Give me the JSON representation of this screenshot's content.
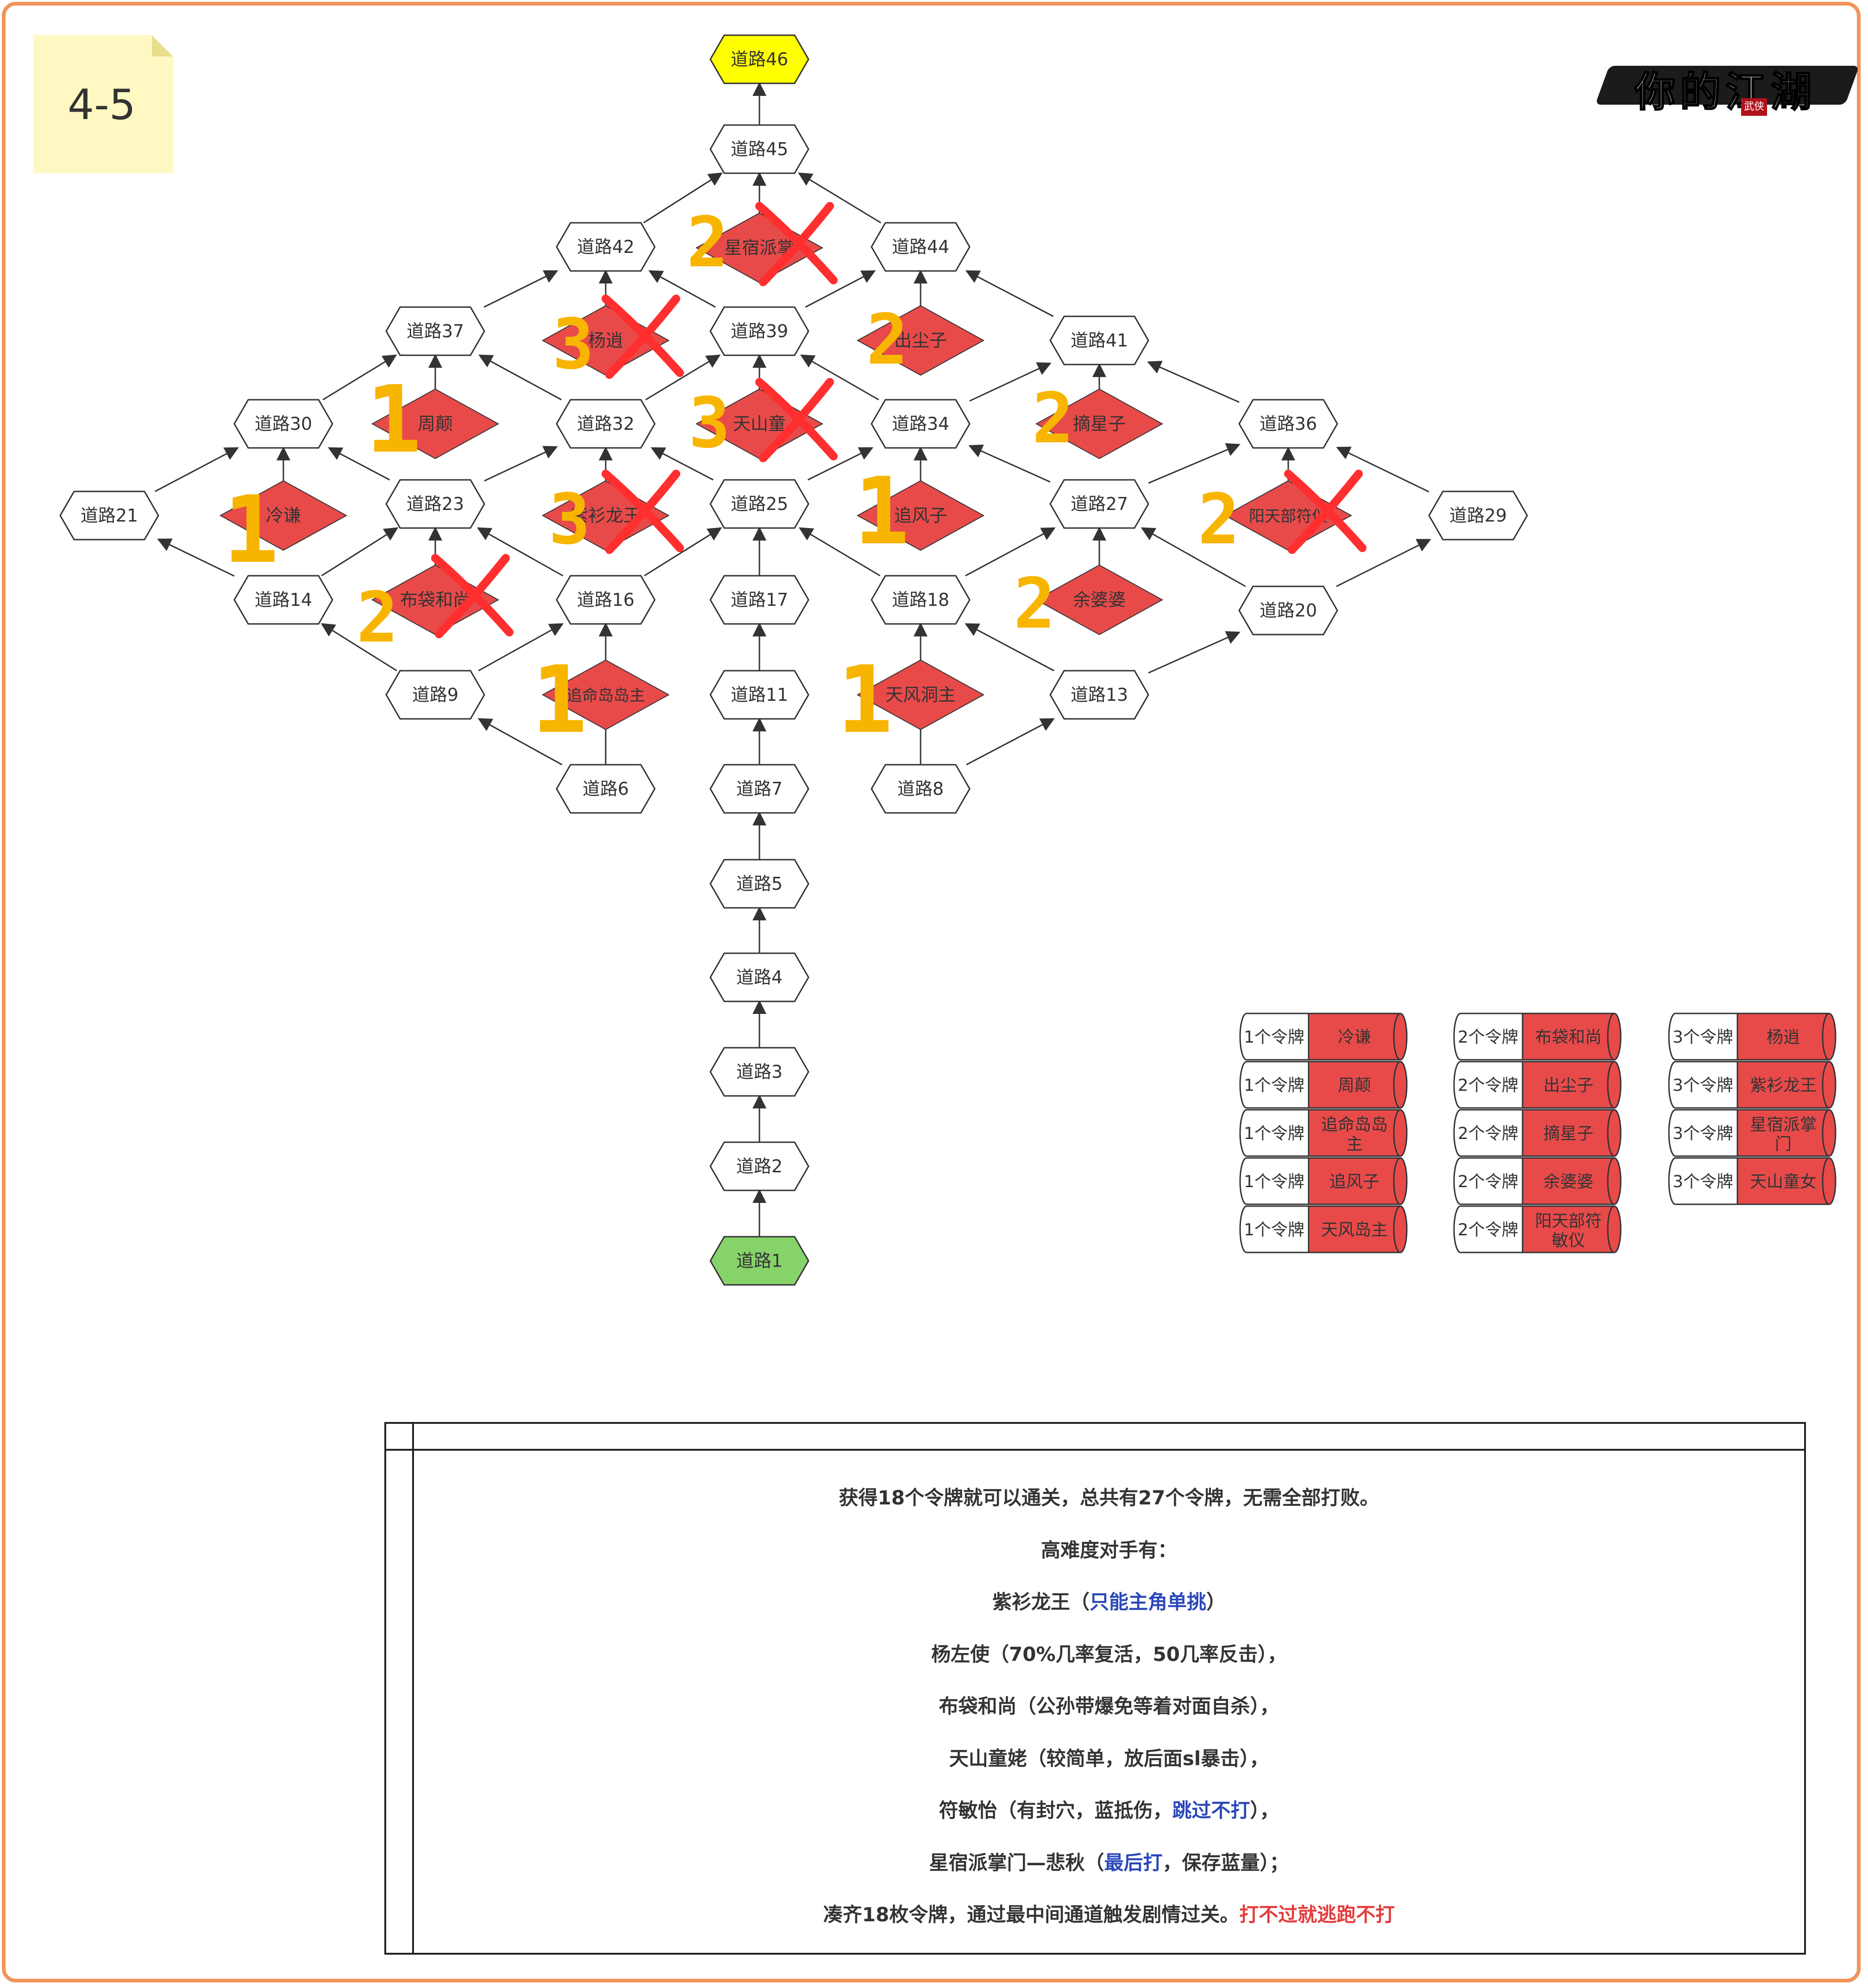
{
  "sticky_note": {
    "label": "4-5"
  },
  "logo": {
    "text": "你的江湖",
    "seal": "武侠"
  },
  "colors": {
    "start_node": "#86d36a",
    "end_node": "#ffff00",
    "road_node": "#ffffff",
    "boss_node": "#e84a4a",
    "annotation": "#f7b500",
    "cross_mark": "#ff2f2f",
    "frame": "#f0955a",
    "highlight_blue": "#2a47b8",
    "highlight_red": "#e53b3b"
  },
  "diagram": {
    "nodes": [
      {
        "id": "r46",
        "label": "道路46",
        "kind": "end"
      },
      {
        "id": "r45",
        "label": "道路45",
        "kind": "road"
      },
      {
        "id": "r42",
        "label": "道路42",
        "kind": "road"
      },
      {
        "id": "r44",
        "label": "道路44",
        "kind": "road"
      },
      {
        "id": "r37",
        "label": "道路37",
        "kind": "road"
      },
      {
        "id": "r39",
        "label": "道路39",
        "kind": "road"
      },
      {
        "id": "r41",
        "label": "道路41",
        "kind": "road"
      },
      {
        "id": "r30",
        "label": "道路30",
        "kind": "road"
      },
      {
        "id": "r32",
        "label": "道路32",
        "kind": "road"
      },
      {
        "id": "r34",
        "label": "道路34",
        "kind": "road"
      },
      {
        "id": "r36",
        "label": "道路36",
        "kind": "road"
      },
      {
        "id": "r21",
        "label": "道路21",
        "kind": "road"
      },
      {
        "id": "r23",
        "label": "道路23",
        "kind": "road"
      },
      {
        "id": "r25",
        "label": "道路25",
        "kind": "road"
      },
      {
        "id": "r27",
        "label": "道路27",
        "kind": "road"
      },
      {
        "id": "r29",
        "label": "道路29",
        "kind": "road"
      },
      {
        "id": "r14",
        "label": "道路14",
        "kind": "road"
      },
      {
        "id": "r16",
        "label": "道路16",
        "kind": "road"
      },
      {
        "id": "r17",
        "label": "道路17",
        "kind": "road"
      },
      {
        "id": "r18",
        "label": "道路18",
        "kind": "road"
      },
      {
        "id": "r20",
        "label": "道路20",
        "kind": "road"
      },
      {
        "id": "r9",
        "label": "道路9",
        "kind": "road"
      },
      {
        "id": "r11",
        "label": "道路11",
        "kind": "road"
      },
      {
        "id": "r13",
        "label": "道路13",
        "kind": "road"
      },
      {
        "id": "r6",
        "label": "道路6",
        "kind": "road"
      },
      {
        "id": "r7",
        "label": "道路7",
        "kind": "road"
      },
      {
        "id": "r8",
        "label": "道路8",
        "kind": "road"
      },
      {
        "id": "r5",
        "label": "道路5",
        "kind": "road"
      },
      {
        "id": "r4",
        "label": "道路4",
        "kind": "road"
      },
      {
        "id": "r3",
        "label": "道路3",
        "kind": "road"
      },
      {
        "id": "r2",
        "label": "道路2",
        "kind": "road"
      },
      {
        "id": "r1",
        "label": "道路1",
        "kind": "start"
      },
      {
        "id": "b_xingxiu",
        "label": "星宿派掌",
        "kind": "boss"
      },
      {
        "id": "b_yangxiao",
        "label": "杨逍",
        "kind": "boss"
      },
      {
        "id": "b_chuchenzi",
        "label": "出尘子",
        "kind": "boss"
      },
      {
        "id": "b_zhoudian",
        "label": "周颠",
        "kind": "boss"
      },
      {
        "id": "b_tianshan",
        "label": "天山童",
        "kind": "boss"
      },
      {
        "id": "b_zhaixingzi",
        "label": "摘星子",
        "kind": "boss"
      },
      {
        "id": "b_lengqian",
        "label": "冷谦",
        "kind": "boss"
      },
      {
        "id": "b_zishan",
        "label": "紫衫龙王",
        "kind": "boss"
      },
      {
        "id": "b_zhuifengzi",
        "label": "追风子",
        "kind": "boss"
      },
      {
        "id": "b_yangtian",
        "label": "阳天部符仪",
        "kind": "boss"
      },
      {
        "id": "b_budai",
        "label": "布袋和尚",
        "kind": "boss"
      },
      {
        "id": "b_yupopo",
        "label": "余婆婆",
        "kind": "boss"
      },
      {
        "id": "b_zhuiming",
        "label": "追命岛岛主",
        "kind": "boss"
      },
      {
        "id": "b_tianfeng",
        "label": "天风洞主",
        "kind": "boss"
      }
    ],
    "edges": [
      [
        "r1",
        "r2"
      ],
      [
        "r2",
        "r3"
      ],
      [
        "r3",
        "r4"
      ],
      [
        "r4",
        "r5"
      ],
      [
        "r5",
        "r7"
      ],
      [
        "r7",
        "r11"
      ],
      [
        "r11",
        "r17"
      ],
      [
        "r17",
        "r25"
      ],
      [
        "r6",
        "r9"
      ],
      [
        "r6",
        "r16"
      ],
      [
        "r8",
        "r13"
      ],
      [
        "r8",
        "r18"
      ],
      [
        "r9",
        "r14"
      ],
      [
        "r9",
        "r16"
      ],
      [
        "r13",
        "r18"
      ],
      [
        "r13",
        "r20"
      ],
      [
        "r14",
        "r21"
      ],
      [
        "r14",
        "r23"
      ],
      [
        "r16",
        "r23"
      ],
      [
        "r16",
        "r25"
      ],
      [
        "r18",
        "r25"
      ],
      [
        "r18",
        "r27"
      ],
      [
        "r20",
        "r27"
      ],
      [
        "r20",
        "r29"
      ],
      [
        "r21",
        "r30"
      ],
      [
        "r23",
        "r30"
      ],
      [
        "r23",
        "r32"
      ],
      [
        "r25",
        "r32"
      ],
      [
        "r25",
        "r34"
      ],
      [
        "r27",
        "r34"
      ],
      [
        "r27",
        "r36"
      ],
      [
        "r29",
        "r36"
      ],
      [
        "r30",
        "r37"
      ],
      [
        "r32",
        "r37"
      ],
      [
        "r32",
        "r39"
      ],
      [
        "r34",
        "r39"
      ],
      [
        "r34",
        "r41"
      ],
      [
        "r36",
        "r41"
      ],
      [
        "r37",
        "r42"
      ],
      [
        "r39",
        "r42"
      ],
      [
        "r39",
        "r44"
      ],
      [
        "r41",
        "r44"
      ],
      [
        "r42",
        "r45"
      ],
      [
        "r44",
        "r45"
      ],
      [
        "r45",
        "r46"
      ],
      [
        "b_lengqian",
        "r30"
      ],
      [
        "b_zhoudian",
        "r37"
      ],
      [
        "b_budai",
        "r23"
      ],
      [
        "b_zhuiming",
        "r16"
      ],
      [
        "b_zishan",
        "r32"
      ],
      [
        "b_yangxiao",
        "r42"
      ],
      [
        "b_tianshan",
        "r39"
      ],
      [
        "b_xingxiu",
        "r45"
      ],
      [
        "b_tianfeng",
        "r18"
      ],
      [
        "b_zhuifengzi",
        "r34"
      ],
      [
        "b_chuchenzi",
        "r44"
      ],
      [
        "b_yupopo",
        "r27"
      ],
      [
        "b_zhaixingzi",
        "r41"
      ],
      [
        "b_yangtian",
        "r36"
      ]
    ],
    "annotations": {
      "numbers": [
        {
          "text": "2",
          "near": "b_xingxiu"
        },
        {
          "text": "2",
          "near": "b_chuchenzi"
        },
        {
          "text": "3",
          "near": "b_yangxiao"
        },
        {
          "text": "1",
          "near": "b_zhoudian"
        },
        {
          "text": "3",
          "near": "b_tianshan"
        },
        {
          "text": "2",
          "near": "b_zhaixingzi"
        },
        {
          "text": "1",
          "near": "b_lengqian"
        },
        {
          "text": "3",
          "near": "b_zishan"
        },
        {
          "text": "1",
          "near": "b_zhuifengzi"
        },
        {
          "text": "2",
          "near": "b_yangtian"
        },
        {
          "text": "2",
          "near": "b_budai"
        },
        {
          "text": "2",
          "near": "b_yupopo"
        },
        {
          "text": "1",
          "near": "b_zhuiming"
        },
        {
          "text": "1",
          "near": "b_tianfeng"
        }
      ],
      "crossed_out": [
        "b_xingxiu",
        "b_yangxiao",
        "b_tianshan",
        "b_zishan",
        "b_yangtian",
        "b_budai"
      ]
    }
  },
  "legend": {
    "columns": [
      [
        {
          "tokens": "1个令牌",
          "name": "冷谦"
        },
        {
          "tokens": "1个令牌",
          "name": "周颠"
        },
        {
          "tokens": "1个令牌",
          "name": "追命岛岛主"
        },
        {
          "tokens": "1个令牌",
          "name": "追风子"
        },
        {
          "tokens": "1个令牌",
          "name": "天风岛主"
        }
      ],
      [
        {
          "tokens": "2个令牌",
          "name": "布袋和尚"
        },
        {
          "tokens": "2个令牌",
          "name": "出尘子"
        },
        {
          "tokens": "2个令牌",
          "name": "摘星子"
        },
        {
          "tokens": "2个令牌",
          "name": "余婆婆"
        },
        {
          "tokens": "2个令牌",
          "name": "阳天部符敏仪"
        }
      ],
      [
        {
          "tokens": "3个令牌",
          "name": "杨逍"
        },
        {
          "tokens": "3个令牌",
          "name": "紫衫龙王"
        },
        {
          "tokens": "3个令牌",
          "name": "星宿派掌门"
        },
        {
          "tokens": "3个令牌",
          "name": "天山童女"
        }
      ]
    ]
  },
  "notes": {
    "line1": "获得18个令牌就可以通关，总共有27个令牌，无需全部打败。",
    "line2": "高难度对手有：",
    "line3_a": "紫衫龙王（",
    "line3_b": "只能主角单挑",
    "line3_c": "）",
    "line4": "杨左使（70%几率复活，50几率反击），",
    "line5": "布袋和尚（公孙带爆免等着对面自杀），",
    "line6": "天山童姥（较简单，放后面sl暴击），",
    "line7_a": "符敏怡（有封穴，蓝抵伤，",
    "line7_b": "跳过不打",
    "line7_c": "），",
    "line8_a": "星宿派掌门—悲秋（",
    "line8_b": "最后打",
    "line8_c": "，保存蓝量）；",
    "line9_a": "凑齐18枚令牌，通过最中间通道触发剧情过关。",
    "line9_b": "打不过就逃跑不打"
  }
}
